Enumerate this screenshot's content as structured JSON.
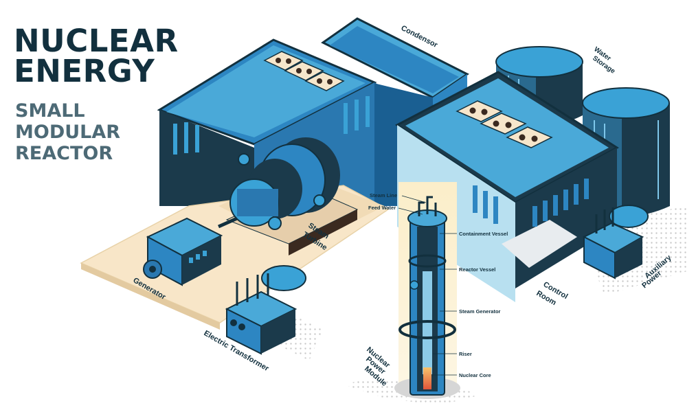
{
  "title": {
    "line1": "NUCLEAR",
    "line2": "ENERGY",
    "sub1": "SMALL",
    "sub2": "MODULAR",
    "sub3": "REACTOR"
  },
  "buildings": {
    "condensor": "Condensor",
    "water_storage_1": "Water",
    "water_storage_2": "Storage",
    "steam_turbine_1": "Steam",
    "steam_turbine_2": "Turbine",
    "generator": "Generator",
    "electric_transformer": "Electric Transformer",
    "control_room_1": "Control",
    "control_room_2": "Room",
    "auxiliary_power_1": "Auxiliary",
    "auxiliary_power_2": "Power",
    "nuclear_power_module_1": "Nuclear",
    "nuclear_power_module_2": "Power",
    "nuclear_power_module_3": "Module"
  },
  "module_callouts": {
    "steam_line": "Steam Line",
    "feed_water": "Feed Water",
    "containment_vessel": "Containment Vessel",
    "reactor_vessel": "Reactor Vessel",
    "steam_generator": "Steam Generator",
    "riser": "Riser",
    "nuclear_core": "Nuclear Core"
  },
  "colors": {
    "navy": "#12303e",
    "blue_light": "#4aa9d8",
    "blue_mid": "#2d86c2",
    "blue_dark": "#1a5f92",
    "cream": "#f8e6c8",
    "slate": "#4d6a76"
  }
}
